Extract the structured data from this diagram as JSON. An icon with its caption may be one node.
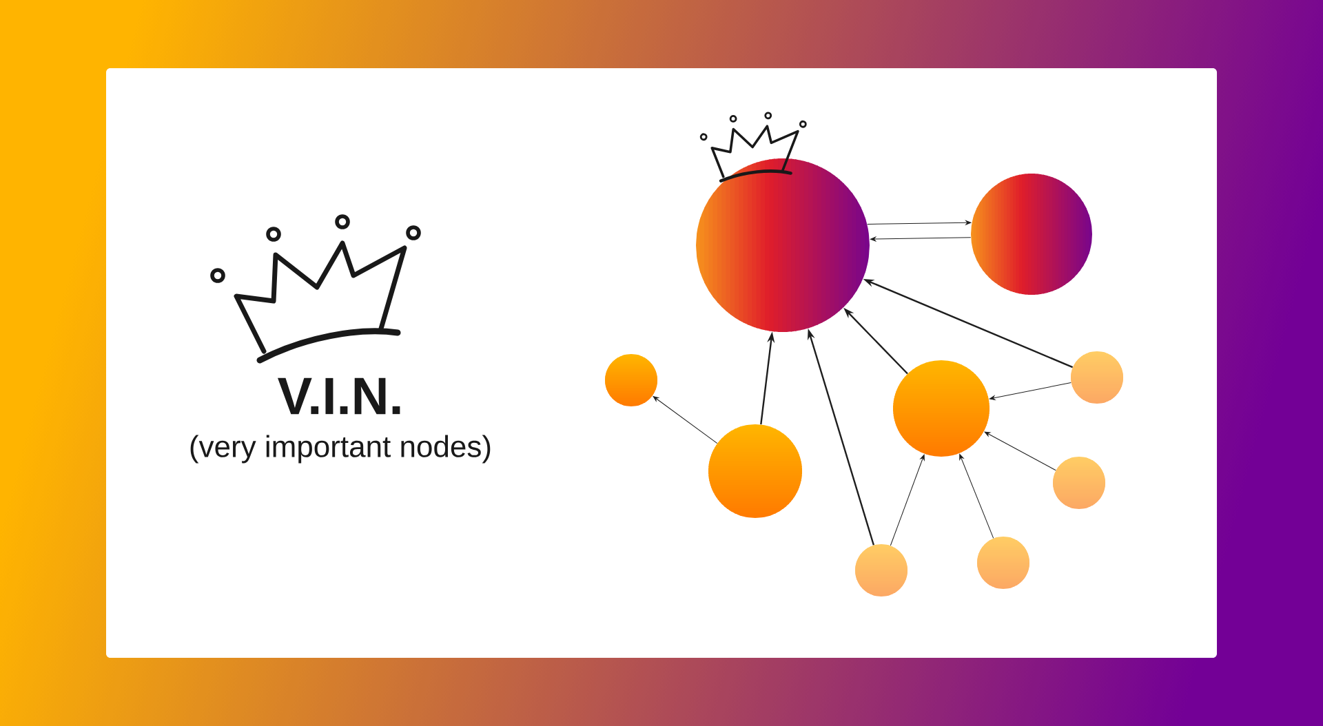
{
  "diagram": {
    "nodes": [
      {
        "text": [],
        "shape": "circle"
      },
      {
        "text": [],
        "shape": "circle"
      },
      {
        "text": [],
        "shape": "circle"
      },
      {
        "text": [],
        "shape": "circle"
      },
      {
        "text": [],
        "shape": "circle"
      },
      {
        "text": [],
        "shape": "circle"
      },
      {
        "text": [],
        "shape": "circle"
      },
      {
        "text": [],
        "shape": "circle"
      },
      {
        "text": [],
        "shape": "circle"
      }
    ],
    "edges": [
      {
        "from": 0,
        "to": 1,
        "arrow": "to"
      },
      {
        "from": 1,
        "to": 0,
        "arrow": "to"
      },
      {
        "from": 3,
        "to": 0,
        "arrow": "to"
      },
      {
        "from": 7,
        "to": 0,
        "arrow": "to"
      },
      {
        "from": 4,
        "to": 0,
        "arrow": "to"
      },
      {
        "from": 5,
        "to": 0,
        "arrow": "to"
      },
      {
        "from": 3,
        "to": 2,
        "arrow": "to"
      },
      {
        "from": 5,
        "to": 4,
        "arrow": "to"
      },
      {
        "from": 6,
        "to": 4,
        "arrow": "to"
      },
      {
        "from": 7,
        "to": 4,
        "arrow": "to"
      },
      {
        "from": 8,
        "to": 4,
        "arrow": "to"
      }
    ],
    "labels": [
      "V.I.N.",
      "(very important nodes)"
    ]
  }
}
